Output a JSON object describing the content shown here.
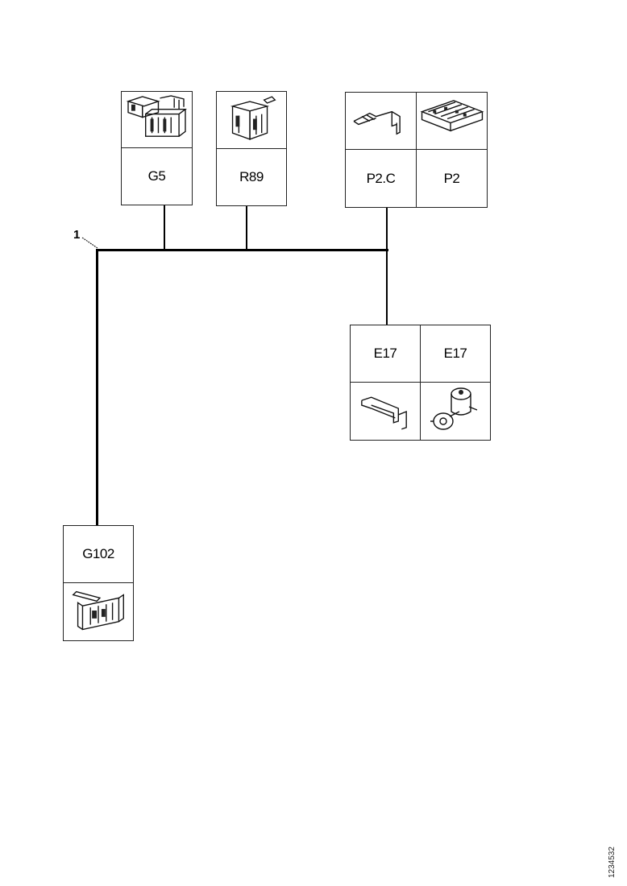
{
  "connectors": {
    "g5": {
      "label": "G5",
      "icon": "connector-housing-icon"
    },
    "r89": {
      "label": "R89",
      "icon": "relay-connector-icon"
    },
    "p2c": {
      "label": "P2.C",
      "icon": "terminal-pin-icon"
    },
    "p2": {
      "label": "P2",
      "icon": "multi-pin-connector-icon"
    },
    "e17_left": {
      "label": "E17",
      "icon": "terminal-pin-icon"
    },
    "e17_right": {
      "label": "E17",
      "icon": "motor-component-icon"
    },
    "g102": {
      "label": "G102",
      "icon": "ground-terminal-block-icon"
    }
  },
  "callout": {
    "number": "1"
  },
  "document_id": "1234532"
}
